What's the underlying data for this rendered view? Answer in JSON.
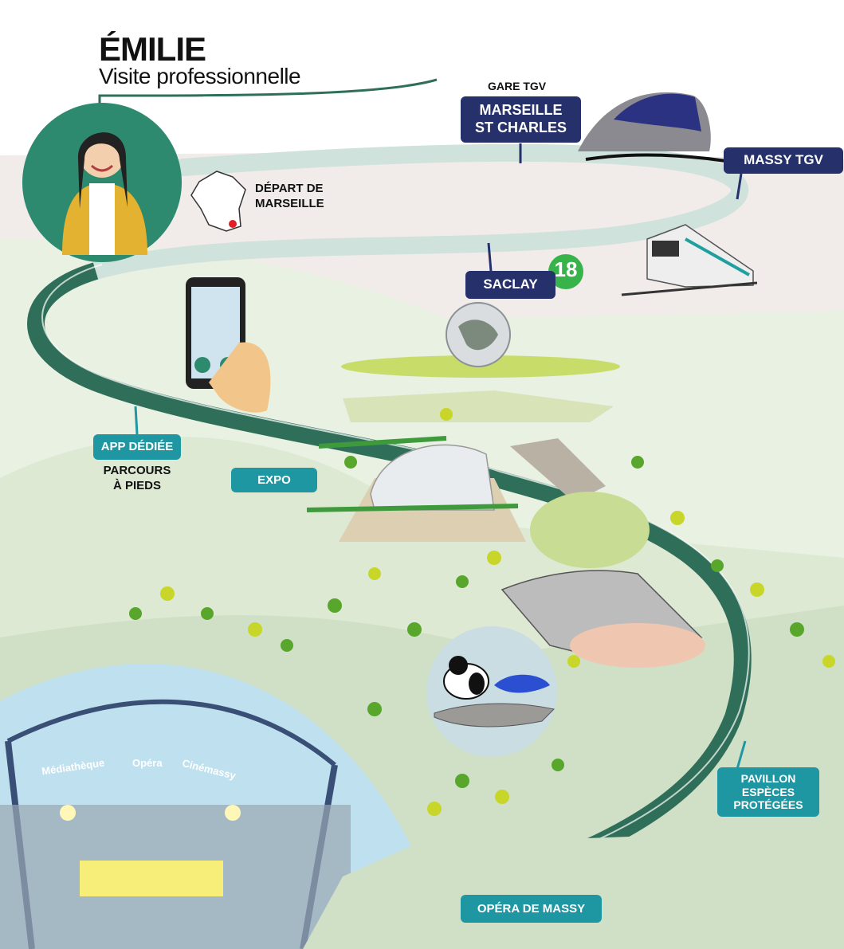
{
  "header": {
    "name": "ÉMILIE",
    "subtitle": "Visite professionnelle"
  },
  "labels": {
    "depart": "DÉPART DE\nMARSEILLE",
    "gare_tgv": "GARE TGV",
    "marseille_st_charles": "MARSEILLE\nST CHARLES",
    "massy_tgv": "MASSY TGV",
    "saclay": "SACLAY",
    "line_number": "18",
    "app_dediee": "APP DÉDIÉE",
    "parcours": "PARCOURS\nÀ PIEDS",
    "expo": "EXPO",
    "pavillon": "PAVILLON\nESPÈCES\nPROTÉGÉES",
    "opera_de_massy": "OPÉRA DE MASSY",
    "dome_signs": [
      "Médiathèque",
      "Opéra",
      "Cinémassy"
    ]
  },
  "colors": {
    "navy": "#26306b",
    "teal": "#1f97a3",
    "green_circle": "#2e8a6f",
    "route_dark": "#2f6f5a",
    "route_light": "#cfe2db",
    "line18": "#37b34a"
  },
  "icons": [
    "person-avatar-icon",
    "france-map-icon",
    "tgv-train-icon",
    "metro-train-icon",
    "smartphone-app-icon",
    "globe-icon",
    "panda-icon",
    "salamander-icon",
    "shark-icon",
    "opera-dome-icon"
  ]
}
